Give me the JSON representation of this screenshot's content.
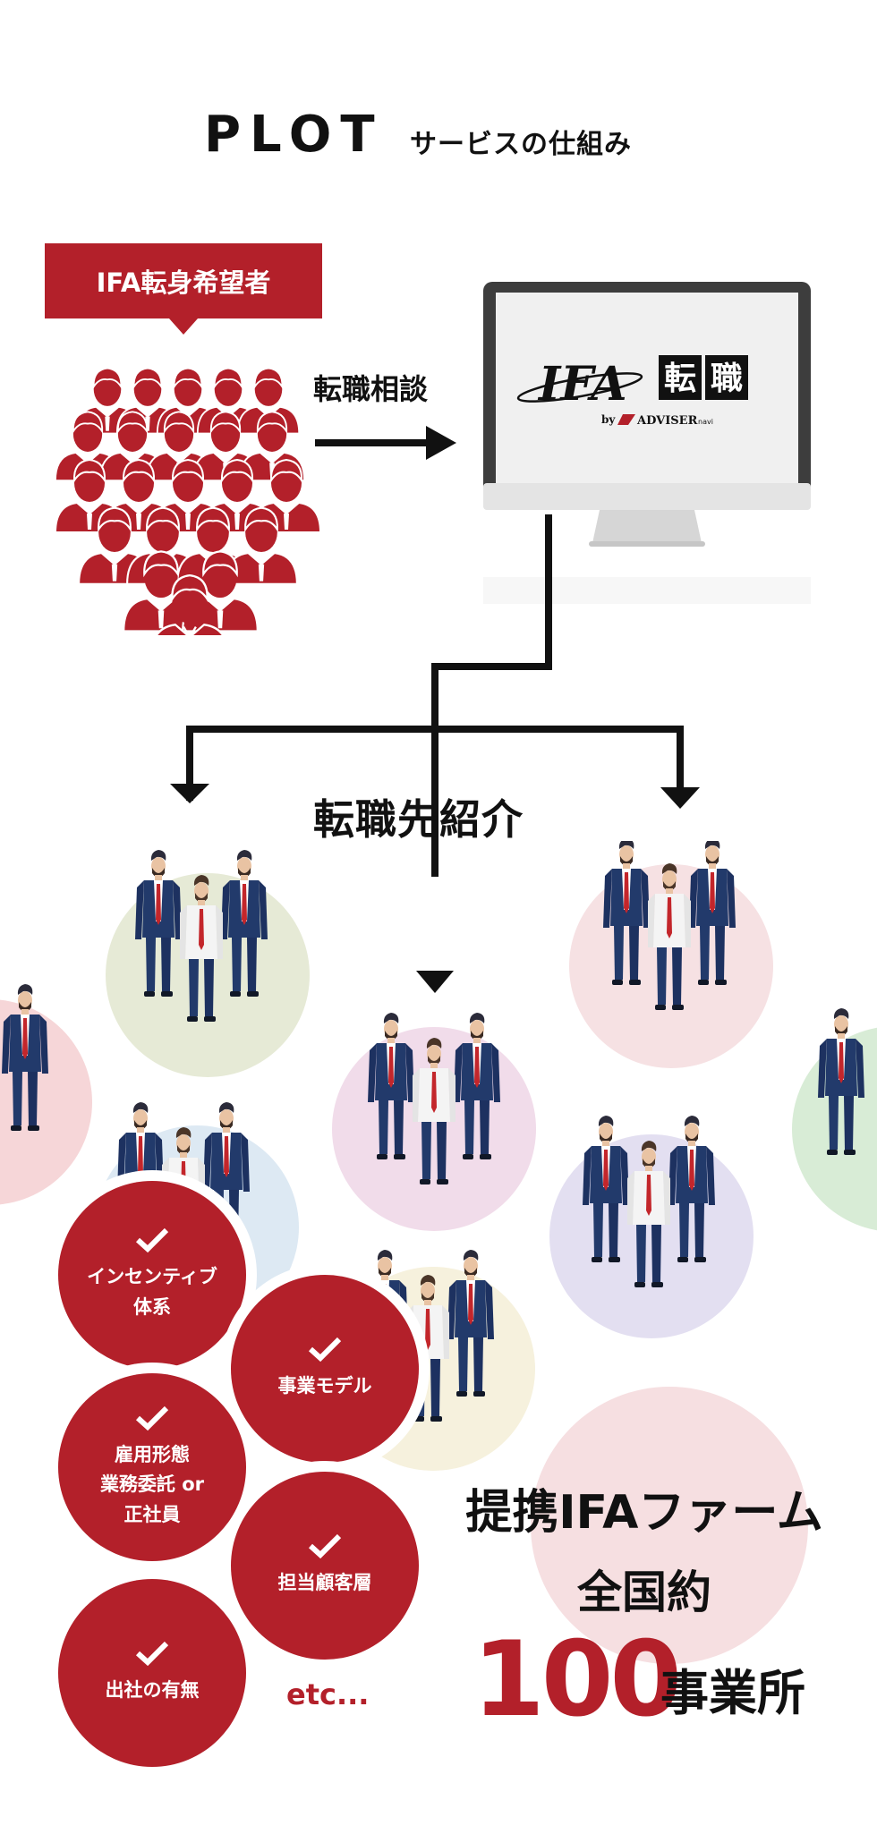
{
  "header": {
    "logo": "PLOT",
    "title": "サービスの仕組み"
  },
  "seekers": {
    "label": "IFA転身希望者"
  },
  "flow": {
    "consult_label": "転職相談",
    "intro_label": "転職先紹介"
  },
  "platform": {
    "brand_main": "IFA",
    "brand_sub1": "転",
    "brand_sub2": "職",
    "brand_by": "by",
    "brand_adviser": "ADVISER",
    "brand_net": "navi"
  },
  "conditions": [
    {
      "line1": "インセンティブ",
      "line2": "体系",
      "line3": ""
    },
    {
      "line1": "事業モデル",
      "line2": "",
      "line3": ""
    },
    {
      "line1": "雇用形態",
      "line2": "業務委託 or",
      "line3": "正社員"
    },
    {
      "line1": "担当顧客層",
      "line2": "",
      "line3": ""
    },
    {
      "line1": "出社の有無",
      "line2": "",
      "line3": ""
    }
  ],
  "etc": "etc...",
  "stats": {
    "line1": "提携IFAファーム",
    "line2": "全国約",
    "number": "100",
    "unit": "事業所"
  },
  "colors": {
    "brand_red": "#b3202a",
    "navy": "#223a6b",
    "circle_green": "#e6ead6",
    "circle_pink": "#f6e1e3",
    "circle_lilac": "#f1dcea",
    "circle_lavender": "#e3dff1",
    "circle_blue": "#dde9f3",
    "circle_cream": "#f6f1dd",
    "circle_green2": "#d8ecd6"
  }
}
